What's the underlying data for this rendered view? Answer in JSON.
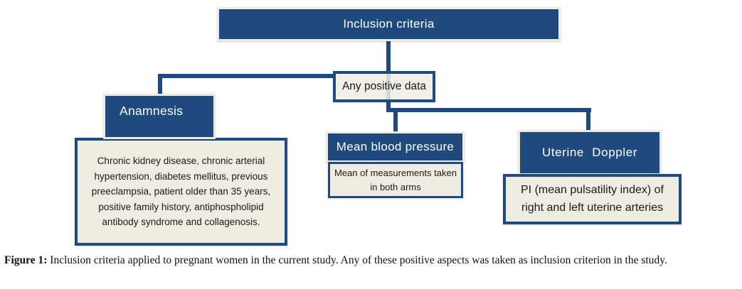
{
  "colors": {
    "dark_blue": "#1F4A7D",
    "cream_fill": "#EFEDE2",
    "cream_border": "#EEECE1",
    "connector": "#1F4A7D",
    "header_text": "#FFFFFF",
    "box_text_dark": "#1A1A1A",
    "caption_text": "#111111"
  },
  "flowchart": {
    "root": {
      "label": "Inclusion criteria"
    },
    "gateway": {
      "label": "Any positive data"
    },
    "branches": [
      {
        "header": "Anamnesis",
        "body": "Chronic kidney disease, chronic arterial hypertension, diabetes mellitus, previous preeclampsia, patient older than 35 years, positive family history, antiphospholipid antibody syndrome and collagenosis."
      },
      {
        "header": "Mean blood pressure",
        "body": "Mean of measurements taken in both arms"
      },
      {
        "header": "Uterine Doppler",
        "body": "PI (mean pulsatility index) of right and left uterine arteries"
      }
    ]
  },
  "caption": {
    "label": "Figure 1:",
    "text": " Inclusion criteria applied to pregnant women in the current study. Any of these positive aspects was taken as inclusion criterion in the study."
  }
}
